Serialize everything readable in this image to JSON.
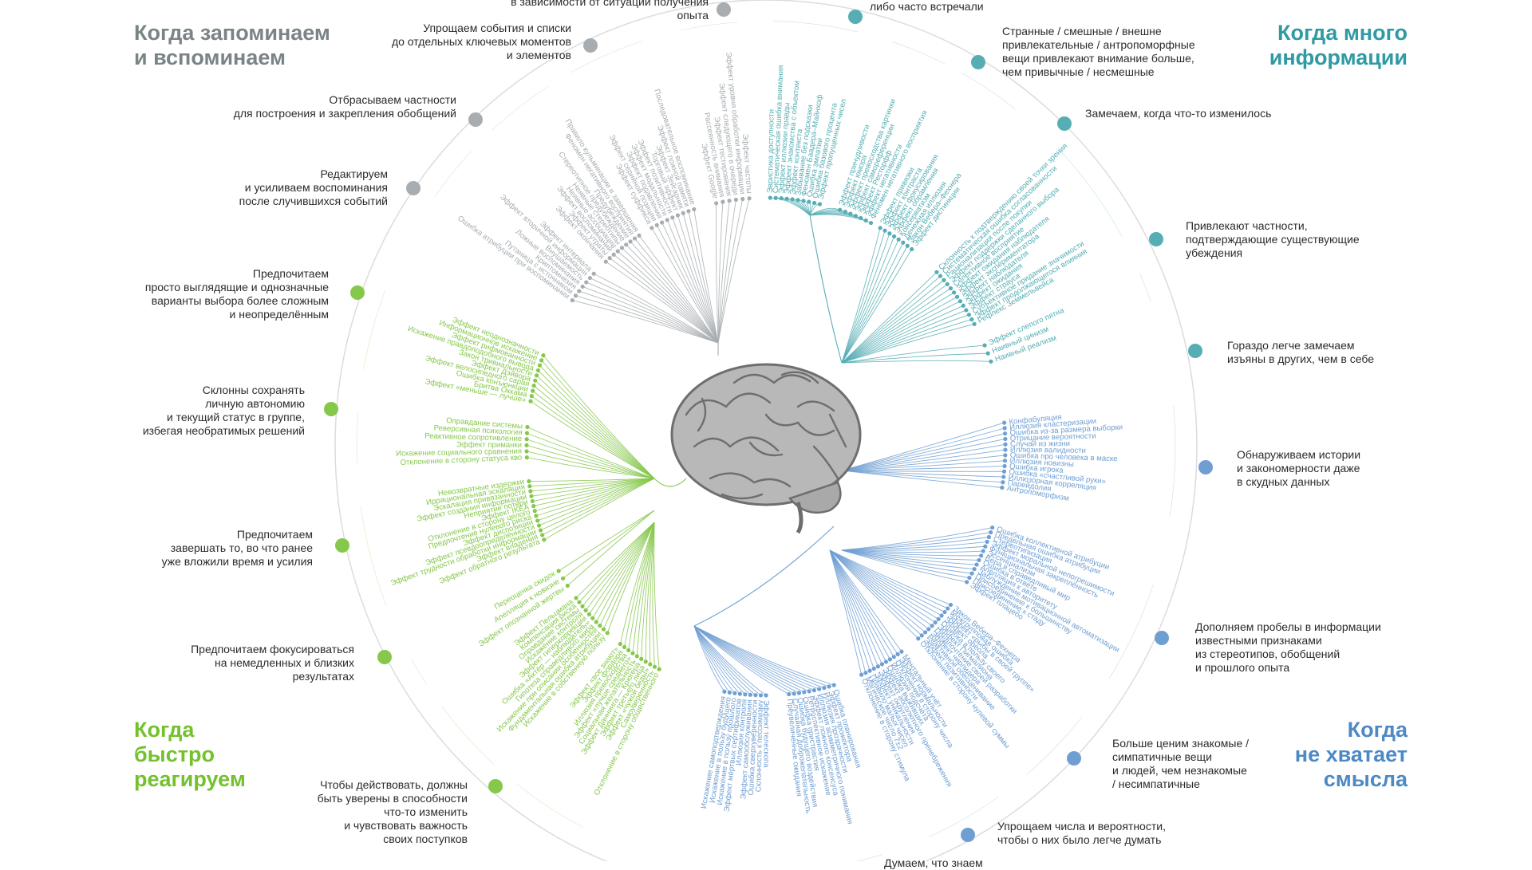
{
  "quadrants": {
    "memory": {
      "label": "Когда запоминаем\nи вспоминаем",
      "color": "#7a8386"
    },
    "info": {
      "label": "Когда много\nинформации",
      "color": "#2f9aa3"
    },
    "fast": {
      "label": "Когда\nбыстро\nреагируем",
      "color": "#73c12c"
    },
    "meaning": {
      "label": "Когда\nне хватает\nсмысла",
      "color": "#4d89c4"
    }
  },
  "palette": {
    "memory": "#a7adb0",
    "info": "#56aeb4",
    "fast": "#86c84b",
    "meaning": "#6f9fd2",
    "ring": "#dcdcdc",
    "brain": "#8d8d8d"
  },
  "descriptions": [
    {
      "id": "mem_top",
      "text": "в зависимости от ситуации получения\nопыта"
    },
    {
      "id": "mem_simplify",
      "text": "Упрощаем события и списки\nдо отдельных ключевых моментов\nи элементов"
    },
    {
      "id": "mem_discard",
      "text": "Отбрасываем частности\nдля построения и закрепления обобщений"
    },
    {
      "id": "mem_edit",
      "text": "Редактируем\nи усиливаем воспоминания\nпосле случившихся событий"
    },
    {
      "id": "info_top",
      "text": "либо часто встречали"
    },
    {
      "id": "info_strange",
      "text": "Странные / смешные / внешне\nпривлекательные / антропоморфные\nвещи привлекают внимание больше,\nчем привычные / несмешные"
    },
    {
      "id": "info_change",
      "text": "Замечаем, когда что-то изменилось"
    },
    {
      "id": "info_confirm",
      "text": "Привлекают частности,\nподтверждающие существующие\nубеждения"
    },
    {
      "id": "info_flaws",
      "text": "Гораздо легче замечаем\nизъяны в других, чем в себе"
    },
    {
      "id": "mean_stories",
      "text": "Обнаруживаем истории\nи закономерности даже\nв скудных данных"
    },
    {
      "id": "mean_fill",
      "text": "Дополняем пробелы в информации\nизвестными признаками\nиз стереотипов, обобщений\nи прошлого опыта"
    },
    {
      "id": "mean_familiar",
      "text": "Больше ценим знакомые /\nсимпатичные вещи\nи людей, чем незнакомые\n/ несимпатичные"
    },
    {
      "id": "mean_numbers",
      "text": "Упрощаем числа и вероятности,\nчтобы о них было легче думать"
    },
    {
      "id": "mean_bottom",
      "text": "Думаем, что знаем"
    },
    {
      "id": "fast_simple",
      "text": "Предпочитаем\nпросто выглядящие и однозначные\nварианты выбора более сложным\nи неопределённым"
    },
    {
      "id": "fast_autonomy",
      "text": "Склонны сохранять\nличную автономию\nи текущий статус в группе,\nизбегая необратимых решений"
    },
    {
      "id": "fast_finish",
      "text": "Предпочитаем\nзавершать то, во что ранее\nуже вложили время и усилия"
    },
    {
      "id": "fast_immediate",
      "text": "Предпочитаем фокусироваться\nна немедленных и близких\nрезультатах"
    },
    {
      "id": "fast_act",
      "text": "Чтобы действовать, должны\nбыть уверены в способности\nчто-то изменить\nи чувствовать важность\nсвоих поступков"
    }
  ],
  "groups": [
    {
      "quad": "memory",
      "items": [
        "Эффект Google",
        "Рассеянность внимания",
        "Эффект тестирования",
        "Эффект следующего в очереди",
        "Эффект уровня обработки информации",
        "Эффект частоты"
      ]
    },
    {
      "quad": "memory",
      "items": [
        "Эффект суффикса",
        "Эффект серийной позиции",
        "Эффект подавления",
        "Эффект модальности",
        "Эффект позитивности",
        "Торговый эффект",
        "Эффект Зейгарник",
        "Эффект ложной памяти",
        "Последовательное воспоминание"
      ]
    },
    {
      "quad": "memory",
      "items": [
        "Эффект окончания",
        "Эффект утраты",
        "Эффект воспоминаний",
        "Неявные ассоциации",
        "Неявные стереотипы",
        "Стереотипное предубеждение",
        "Предубеждение",
        "Феномен негативного восприятия",
        "Правило кульминации и завершения"
      ]
    },
    {
      "quad": "memory",
      "items": [
        "Ошибка атрибуции при воспоминании",
        "Путаница с источником",
        "Криптомнезия",
        "Ложные воспоминания",
        "Внушаемость",
        "Эффект вторичной информации",
        "Эффект интервала"
      ]
    },
    {
      "quad": "info",
      "items": [
        "Эвристика доступности",
        "Систематическая ошибка внимания",
        "Эффект иллюзии правды",
        "Эффект знакомства с объектом",
        "Эффект контекста",
        "Забывание без подсказки",
        "Феномен Баадера–Майнхоф",
        "Ошибка эмпатии",
        "Ошибка базового процента",
        "Эффект пропущенных чисел"
      ]
    },
    {
      "quad": "info",
      "items": [
        "Эффект причудливости",
        "Эффект юмора",
        "Эффект превосходства картинки",
        "Эффект самореференции",
        "Эффект Ресторфф",
        "Эффект негативности",
        "Феномен негативного восприятия"
      ]
    },
    {
      "quad": "info",
      "items": [
        "Эффект привязки",
        "Эффект контраста",
        "Эффект фокусирования",
        "Эффект обрамления",
        "Консерватизм",
        "Денежная иллюзия",
        "Закон Вебера–Фехнера",
        "Эффект дистинкции"
      ]
    },
    {
      "quad": "info",
      "items": [
        "Склонность к подтверждению своей точки зрения",
        "Систематическая ошибка согласованности",
        "Рационализация после покупки",
        "Эффект поддержки сделанного выбора",
        "Селективное восприятие",
        "Эффект ожидания наблюдателя",
        "Эффект экспериментатора",
        "Эффект наблюдателя",
        "Эффект ожидания",
        "Эффект страуса",
        "Субъективное придание значимости",
        "Эффект продолжающегося влияния",
        "Рефлекс Земмельвейса"
      ]
    },
    {
      "quad": "info",
      "items": [
        "Эффект слепого пятна",
        "Наивный цинизм",
        "Наивный реализм"
      ]
    },
    {
      "quad": "meaning",
      "items": [
        "Конфабуляция",
        "Иллюзия кластеризации",
        "Ошибка из-за размера выборки",
        "Отрицание вероятности",
        "Случай из жизни",
        "Иллюзия валидности",
        "Ошибка про человека в маске",
        "Иллюзия новизны",
        "Ошибка игрока",
        "Ошибка «счастливой руки»",
        "Иллюзорная корреляция",
        "Парейдолия",
        "Антропоморфизм"
      ]
    },
    {
      "quad": "meaning",
      "items": [
        "Ошибка коллективной атрибуции",
        "Предельная ошибка атрибуции",
        "Стереотипизация",
        "Эффект моральной непогрешимости",
        "Функциональная закреплённость",
        "Эссенциализм",
        "Вера в справедливый мир",
        "Ошибка в ответе",
        "Апелляция к авторитету",
        "Заблуждение мотивационной автоматизации",
        "Присоединение к большинству",
        "Присоединение к стаду",
        "Эффект плацебо"
      ]
    },
    {
      "quad": "meaning",
      "items": [
        "Закон Вебера–Фехнера",
        "Межгрупповая ошибка",
        "Эффект «рыбы в своей группе»",
        "Эффект ореола",
        "Ошибка в пользу своего",
        "Эффект Пигмалиона",
        "Предпочтение своей разработки",
        "Эффект чирлидера",
        "Реактивное обесценивание",
        "Эффект позитивности",
        "Отклонение в сторону нулевой суммы"
      ]
    },
    {
      "quad": "meaning",
      "items": [
        "Ментальный учёт",
        "Эффект нормальности",
        "Отклонение в сторону числа",
        "Иллюзия подсчёта",
        "Ошибка выживших",
        "Эффект абсолютного пренебрежения",
        "Эффект округления",
        "Эффект уникальности",
        "Правило малых чисел",
        "Магическое число 7±2",
        "Отклонение в сторону стимула"
      ]
    },
    {
      "quad": "meaning",
      "items": [
        "Ошибка планирования",
        "Эффект прожектора",
        "Иллюзия прозрачности",
        "Иллюзия асимметричного понимания",
        "Эффект ложного консенсуса",
        "Ретроспективное искажение",
        "Ошибка пристрастия",
        "Ошибка будущего воздействия",
        "Случайная доброжелательность",
        "Преувеличенные ожидания"
      ]
    },
    {
      "quad": "meaning",
      "items": [
        "Эффект телескопа",
        "Склонность к пессимизму",
        "Ошибка сверхуверенности",
        "Эффект самообслуживания",
        "Иллюзия контроля",
        "Эффект мёртвых сертификатов",
        "Искажение в пользу прошлого",
        "Искажение в пользу будущего",
        "Искажение самоподтверждения"
      ]
    },
    {
      "quad": "fast",
      "items": [
        "Отклонение в сторону общественного",
        "Самоуверенность",
        "Эффект «чужой беды»",
        "Эффект третьего лица",
        "Эффект Даннинга — Крюгера",
        "Социальная желательность",
        "Эффект «лучше среднего»",
        "Иллюзия превосходства",
        "Эффект фордора",
        "Эффект «все знают»"
      ]
    },
    {
      "quad": "fast",
      "items": [
        "Искажение в собственную пользу",
        "Фундаментальная ошибка атрибуции",
        "Искажение при описании особенностей",
        "Гипотеза справедливого мира",
        "Ошибка «Актёр — наблюдатель»",
        "Эффект гиперкоррекции",
        "Искажение контроля",
        "Оправдание системы",
        "Компенсация риска",
        "Эффект Пельцмана"
      ]
    },
    {
      "quad": "fast",
      "items": [
        "Эффект опознанной жертвы",
        "Апелляция к новизне",
        "Переоценка скидок"
      ]
    },
    {
      "quad": "fast",
      "items": [
        "Эффект обратного результата",
        "Эффект владения",
        "Эффект трудности обработки информации",
        "Эффект псевдоопределённости",
        "Эффект диспозиции",
        "Предпочтение нулевого риска",
        "Отклонение в сторону целого",
        "Эффект IKEA",
        "Неприятие потери",
        "Эффект создания информации",
        "Эскалация привязанности",
        "Иррациональная эскалация",
        "Невозвратные издержки"
      ]
    },
    {
      "quad": "fast",
      "items": [
        "Отклонение в сторону статуса кво",
        "Искажение социального сравнения",
        "Эффект приманки",
        "Реактивное сопротивление",
        "Реверсивная психология",
        "Оправдание системы"
      ]
    },
    {
      "quad": "fast",
      "items": [
        "Эффект «меньше — лучше»",
        "Бритва Оккама",
        "Ошибка конъюнкции",
        "Эффект велосипедного сарая",
        "Эффект Дэйвора",
        "Закон тривиальности",
        "Искажение правдоподобного вывода",
        "Эффект рифмованности",
        "Информационное искажение",
        "Эффект неоднозначности"
      ]
    }
  ]
}
